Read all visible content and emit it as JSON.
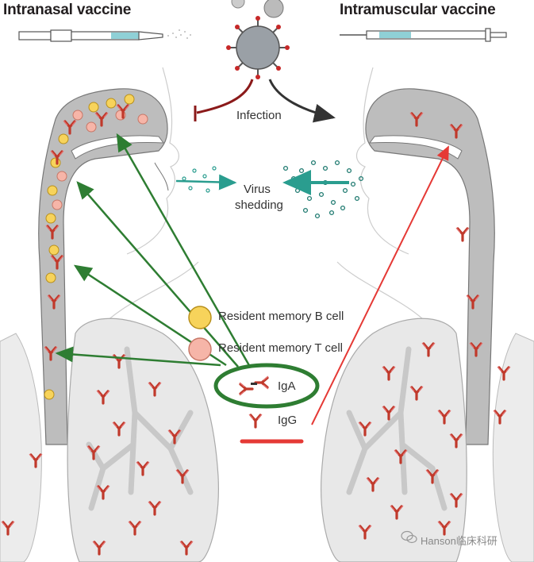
{
  "titles": {
    "left": "Intranasal vaccine",
    "right": "Intramuscular vaccine"
  },
  "labels": {
    "infection": "Infection",
    "virus_line1": "Virus",
    "virus_line2": "shedding",
    "resident_b": "Resident memory B cell",
    "resident_t": "Resident memory T cell",
    "iga": "IgA",
    "igg": "IgG"
  },
  "watermark": "Hanson临床科研",
  "colors": {
    "tissue": "#bdbdbd",
    "lung_fill": "#e8e8e8",
    "antibody": "#c0392b",
    "b_cell": "#f7d35b",
    "t_cell": "#f6b5a8",
    "green_arrow": "#2e7d32",
    "red_arrow": "#e53935",
    "virus_particle": "#2a9d8f",
    "infection_block": "#8b1a1a"
  }
}
